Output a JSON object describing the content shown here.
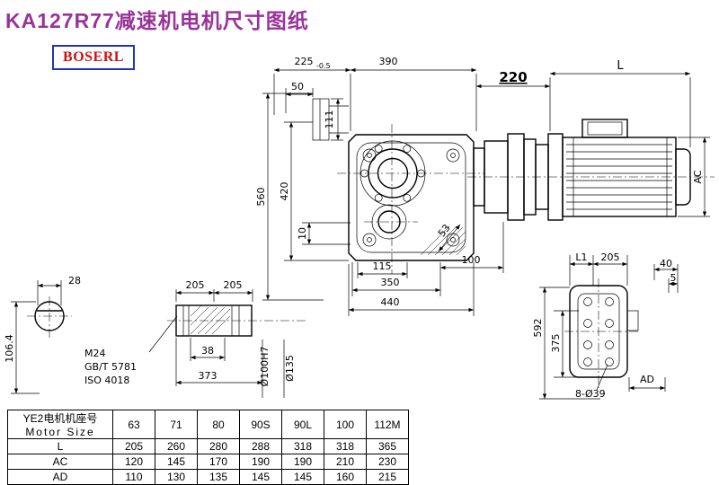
{
  "page": {
    "title": "KA127R77减速机电机尺寸图纸",
    "brand": "BOSERL"
  },
  "colors": {
    "title": "#993399",
    "logo_text": "#cc1111",
    "logo_border": "#2233bb"
  },
  "dims": {
    "top_225": "225",
    "top_225_tol": "-0.5",
    "top_390": "390",
    "top_220": "220",
    "top_L": "L",
    "top_50": "50",
    "v_111": "111",
    "left_560": "560",
    "left_420": "420",
    "left_10": "10",
    "right_AC": "AC",
    "mid_53": "53",
    "bot_115": "115",
    "bot_100": "100",
    "bot_350": "350",
    "bot_440": "440",
    "shaft_28": "28",
    "shaft_106_4": "106.4",
    "shaft_205a": "205",
    "shaft_205b": "205",
    "shaft_M24": "M24",
    "shaft_gb": "GB/T 5781",
    "shaft_iso": "ISO 4018",
    "shaft_38": "38",
    "shaft_373": "373",
    "shaft_d100": "Ø100H7",
    "shaft_d135": "Ø135",
    "rear_L1": "L1",
    "rear_205": "205",
    "rear_40": "40",
    "rear_5": "5",
    "rear_592": "592",
    "rear_375": "375",
    "rear_AD": "AD",
    "rear_holes": "8-Ø39"
  },
  "table": {
    "header_cn": "YE2电机机座号",
    "header_en": "Motor Size",
    "sizes": [
      "63",
      "71",
      "80",
      "90S",
      "90L",
      "100",
      "112M"
    ],
    "rows": [
      {
        "label": "L",
        "values": [
          "205",
          "260",
          "280",
          "288",
          "318",
          "318",
          "365"
        ]
      },
      {
        "label": "AC",
        "values": [
          "120",
          "145",
          "170",
          "190",
          "190",
          "210",
          "230"
        ]
      },
      {
        "label": "AD",
        "values": [
          "110",
          "130",
          "135",
          "145",
          "145",
          "160",
          "215"
        ]
      }
    ]
  }
}
